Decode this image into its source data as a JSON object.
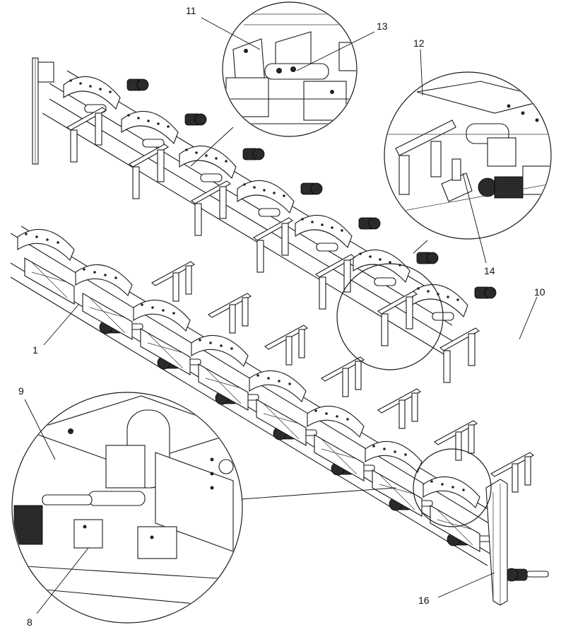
{
  "callouts": [
    {
      "id": "1",
      "label": "1"
    },
    {
      "id": "8",
      "label": "8"
    },
    {
      "id": "9",
      "label": "9"
    },
    {
      "id": "10",
      "label": "10"
    },
    {
      "id": "11",
      "label": "11"
    },
    {
      "id": "12",
      "label": "12"
    },
    {
      "id": "13",
      "label": "13"
    },
    {
      "id": "14",
      "label": "14"
    },
    {
      "id": "16",
      "label": "16"
    }
  ],
  "components": {
    "rear_conveyor_segments": 7,
    "front_conveyor_segments": 8,
    "detail_views": 3
  }
}
